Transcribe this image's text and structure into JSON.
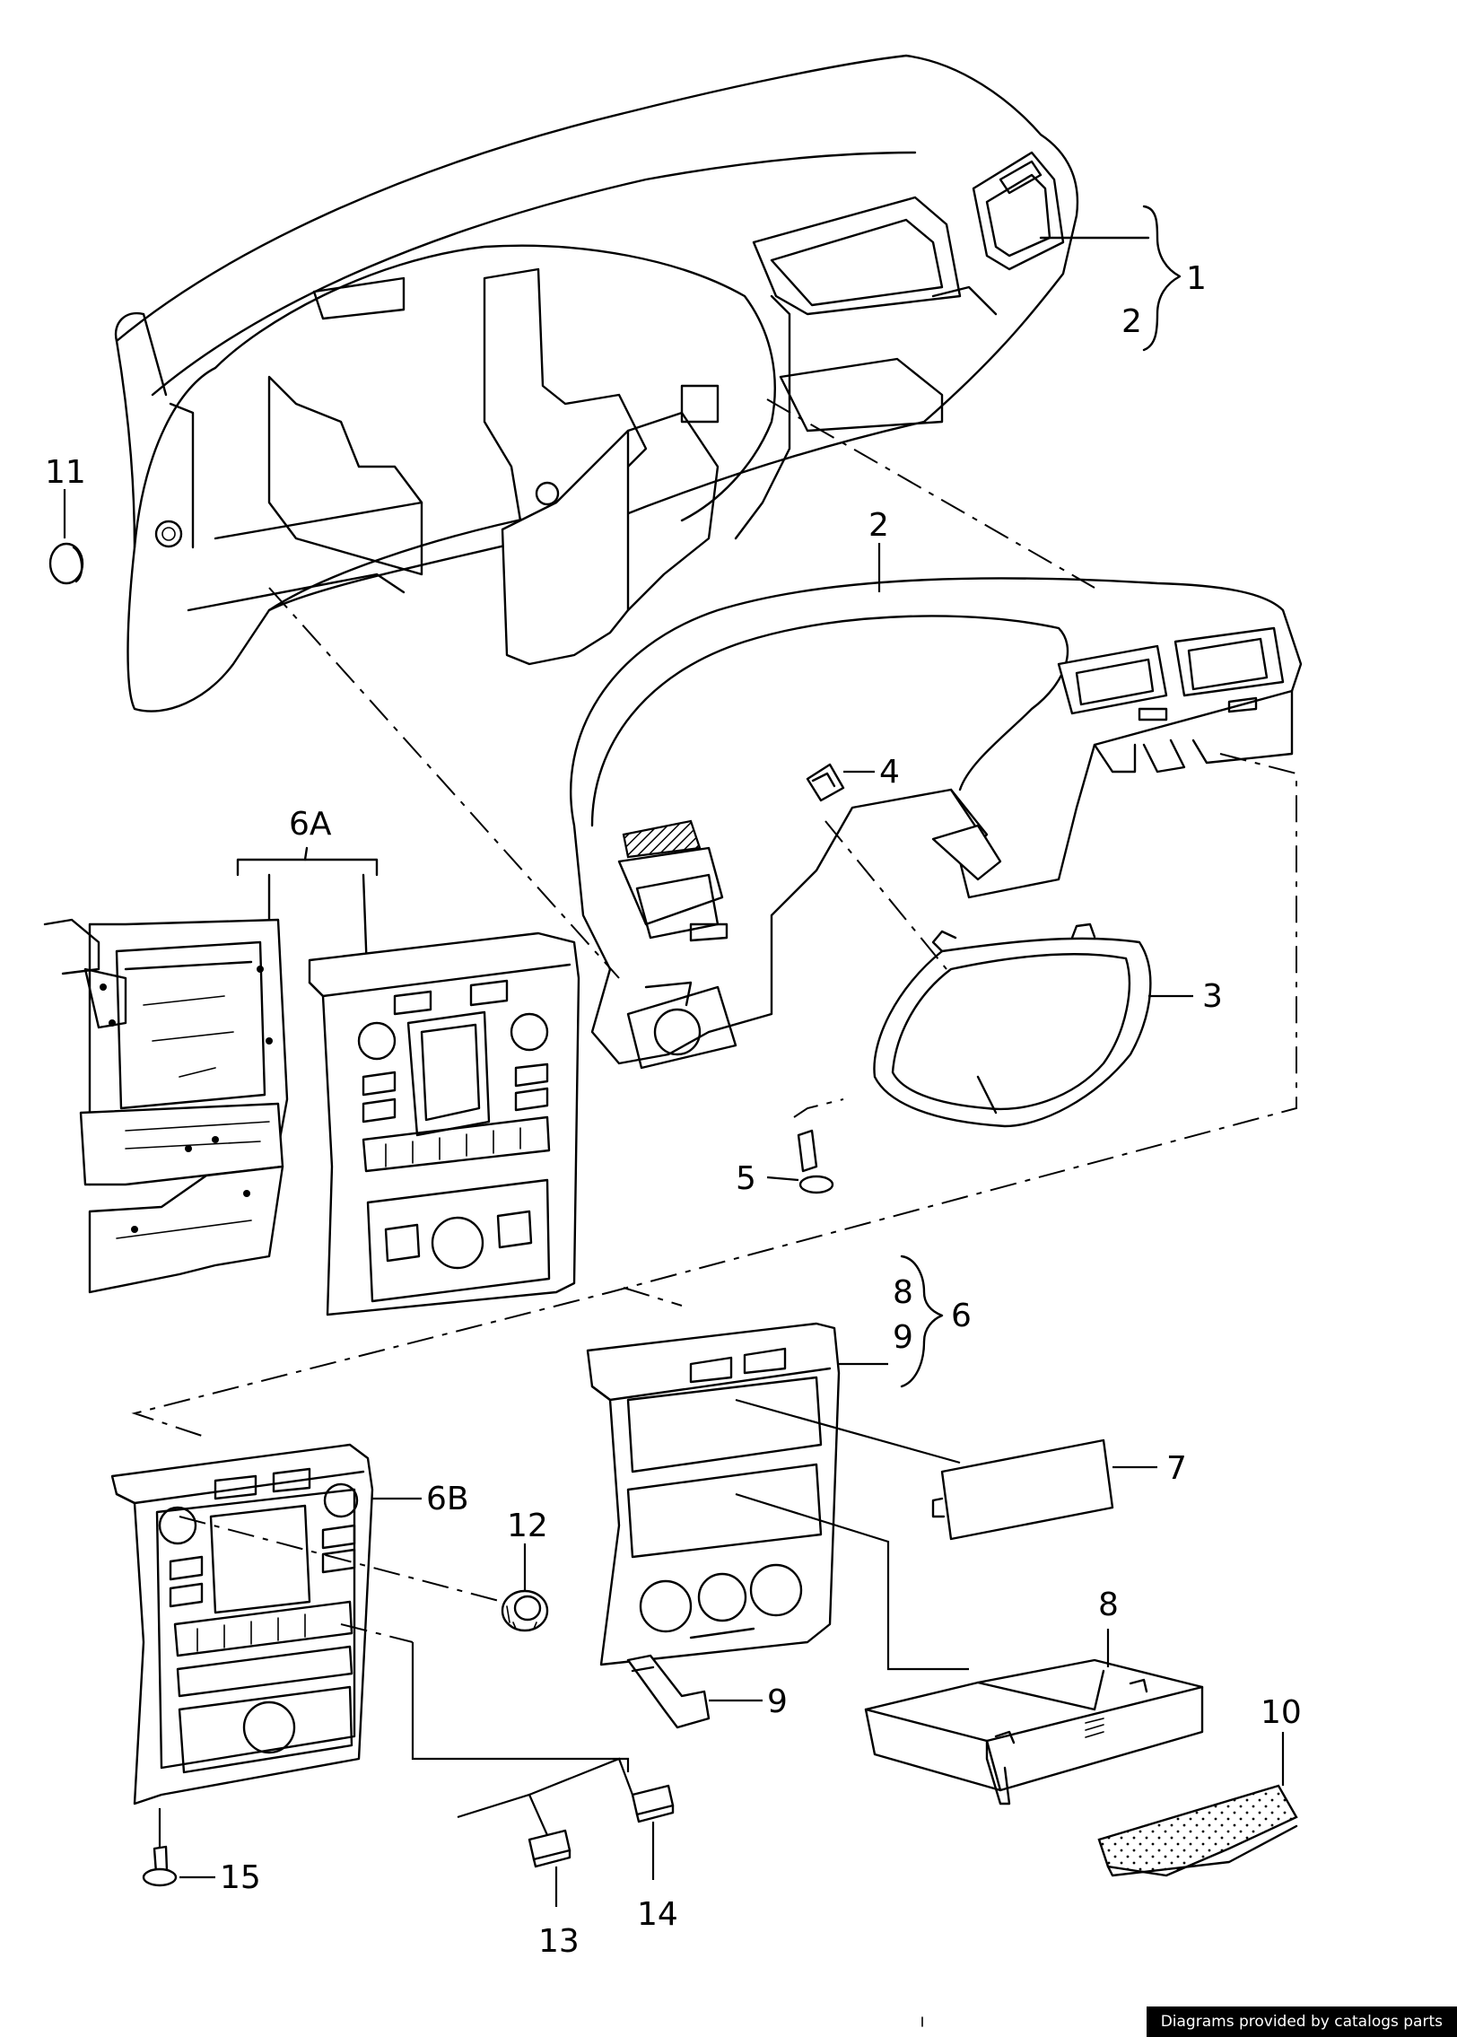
{
  "callouts": {
    "c1": "1",
    "c2_top": "2",
    "c2": "2",
    "c3": "3",
    "c4": "4",
    "c5": "5",
    "c6": "6",
    "c6a": "6A",
    "c6b": "6B",
    "c7": "7",
    "c8_brace": "8",
    "c8": "8",
    "c9_brace": "9",
    "c9": "9",
    "c10": "10",
    "c11": "11",
    "c12": "12",
    "c13": "13",
    "c14": "14",
    "c15": "15"
  },
  "footer": {
    "credit": "Diagrams provided by catalogs parts"
  }
}
